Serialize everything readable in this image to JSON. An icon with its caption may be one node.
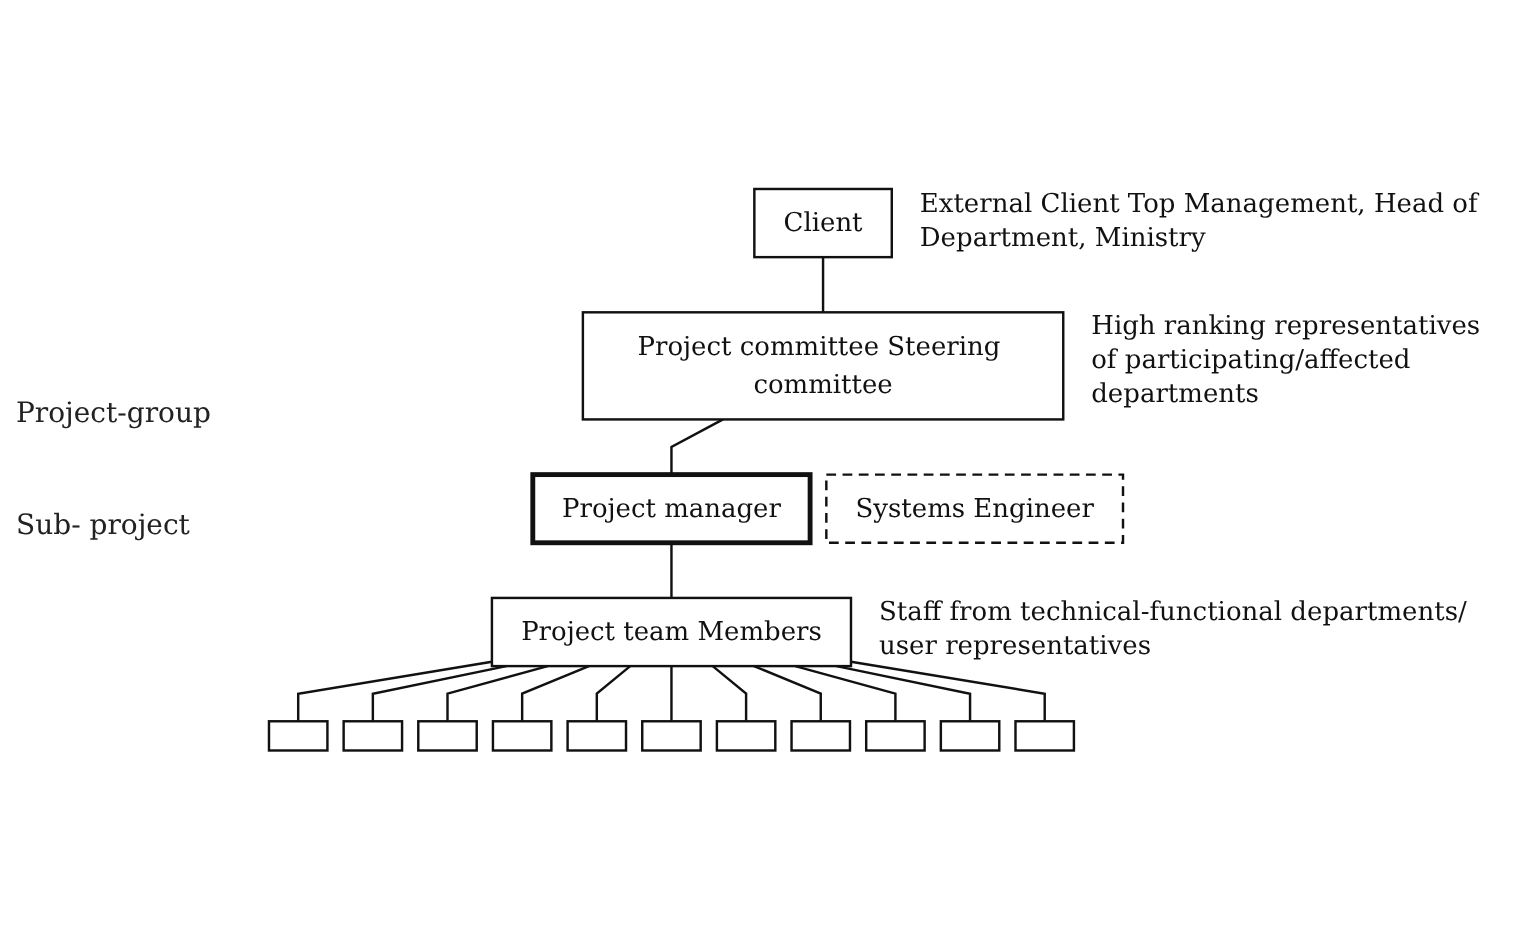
{
  "diagram": {
    "nodes": [
      {
        "text": [
          "Client"
        ],
        "beside": [
          "External Client Top Management, Head of Department, Ministry"
        ]
      },
      {
        "text": [
          "Project committee Steering committee"
        ],
        "beside": [
          "High ranking representatives of participating/affected departments"
        ]
      },
      {
        "text": [
          "Project manager"
        ]
      },
      {
        "text": [
          "Systems Engineer"
        ]
      },
      {
        "text": [
          "Project team Members"
        ],
        "beside": [
          "Staff from technical-functional departments/ user representatives"
        ]
      },
      {
        "text": [],
        "shape": "box"
      },
      {
        "text": [],
        "shape": "box"
      },
      {
        "text": [],
        "shape": "box"
      },
      {
        "text": [],
        "shape": "box"
      },
      {
        "text": [],
        "shape": "box"
      },
      {
        "text": [],
        "shape": "box"
      },
      {
        "text": [],
        "shape": "box"
      },
      {
        "text": [],
        "shape": "box"
      },
      {
        "text": [],
        "shape": "box"
      },
      {
        "text": [],
        "shape": "box"
      },
      {
        "text": [],
        "shape": "box"
      }
    ],
    "edges": [
      {
        "from": 0,
        "to": 1,
        "arrow": "none"
      },
      {
        "from": 1,
        "to": 2,
        "arrow": "none"
      },
      {
        "from": 2,
        "to": 4,
        "arrow": "none"
      },
      {
        "from": 4,
        "to": 5,
        "arrow": "none"
      },
      {
        "from": 4,
        "to": 6,
        "arrow": "none"
      },
      {
        "from": 4,
        "to": 7,
        "arrow": "none"
      },
      {
        "from": 4,
        "to": 8,
        "arrow": "none"
      },
      {
        "from": 4,
        "to": 9,
        "arrow": "none"
      },
      {
        "from": 4,
        "to": 10,
        "arrow": "none"
      },
      {
        "from": 4,
        "to": 11,
        "arrow": "none"
      },
      {
        "from": 4,
        "to": 12,
        "arrow": "none"
      },
      {
        "from": 4,
        "to": 13,
        "arrow": "none"
      },
      {
        "from": 4,
        "to": 14,
        "arrow": "none"
      },
      {
        "from": 4,
        "to": 15,
        "arrow": "none"
      }
    ],
    "labels": [
      "Project-group",
      "Sub- project"
    ]
  }
}
